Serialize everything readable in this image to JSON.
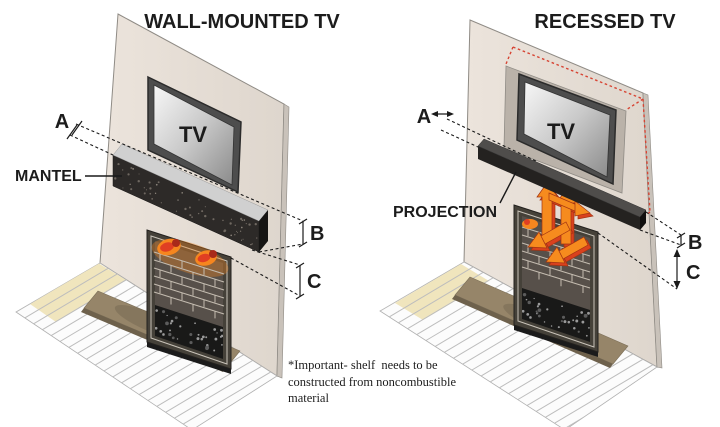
{
  "diagrams": {
    "left": {
      "title": "WALL-MOUNTED TV",
      "tv_label": "TV",
      "mantel_label": "MANTEL",
      "dim_a": "A",
      "dim_b": "B",
      "dim_c": "C"
    },
    "right": {
      "title": "RECESSED TV",
      "tv_label": "TV",
      "projection_label": "PROJECTION",
      "dim_a": "A",
      "dim_b": "B",
      "dim_c": "C"
    }
  },
  "note": {
    "text": "*Important- shelf  needs to be\nconstructed from noncombustible\nmaterial"
  },
  "colors": {
    "wall": "#e9e1d9",
    "mantel_granite": "#2d2a28",
    "shelf_black": "#242220",
    "tv_frame": "#4d4d4d",
    "flame_orange": "#f6861f",
    "flame_red": "#e03f23",
    "arrow_orange": "#f68b1e",
    "arrow_shadow_red": "#d9411e",
    "recess_outline_red": "#d74433",
    "hearth_brown": "#968569",
    "plank_cream": "#f0e5bd",
    "dimension_line": "#1a1a1a"
  }
}
